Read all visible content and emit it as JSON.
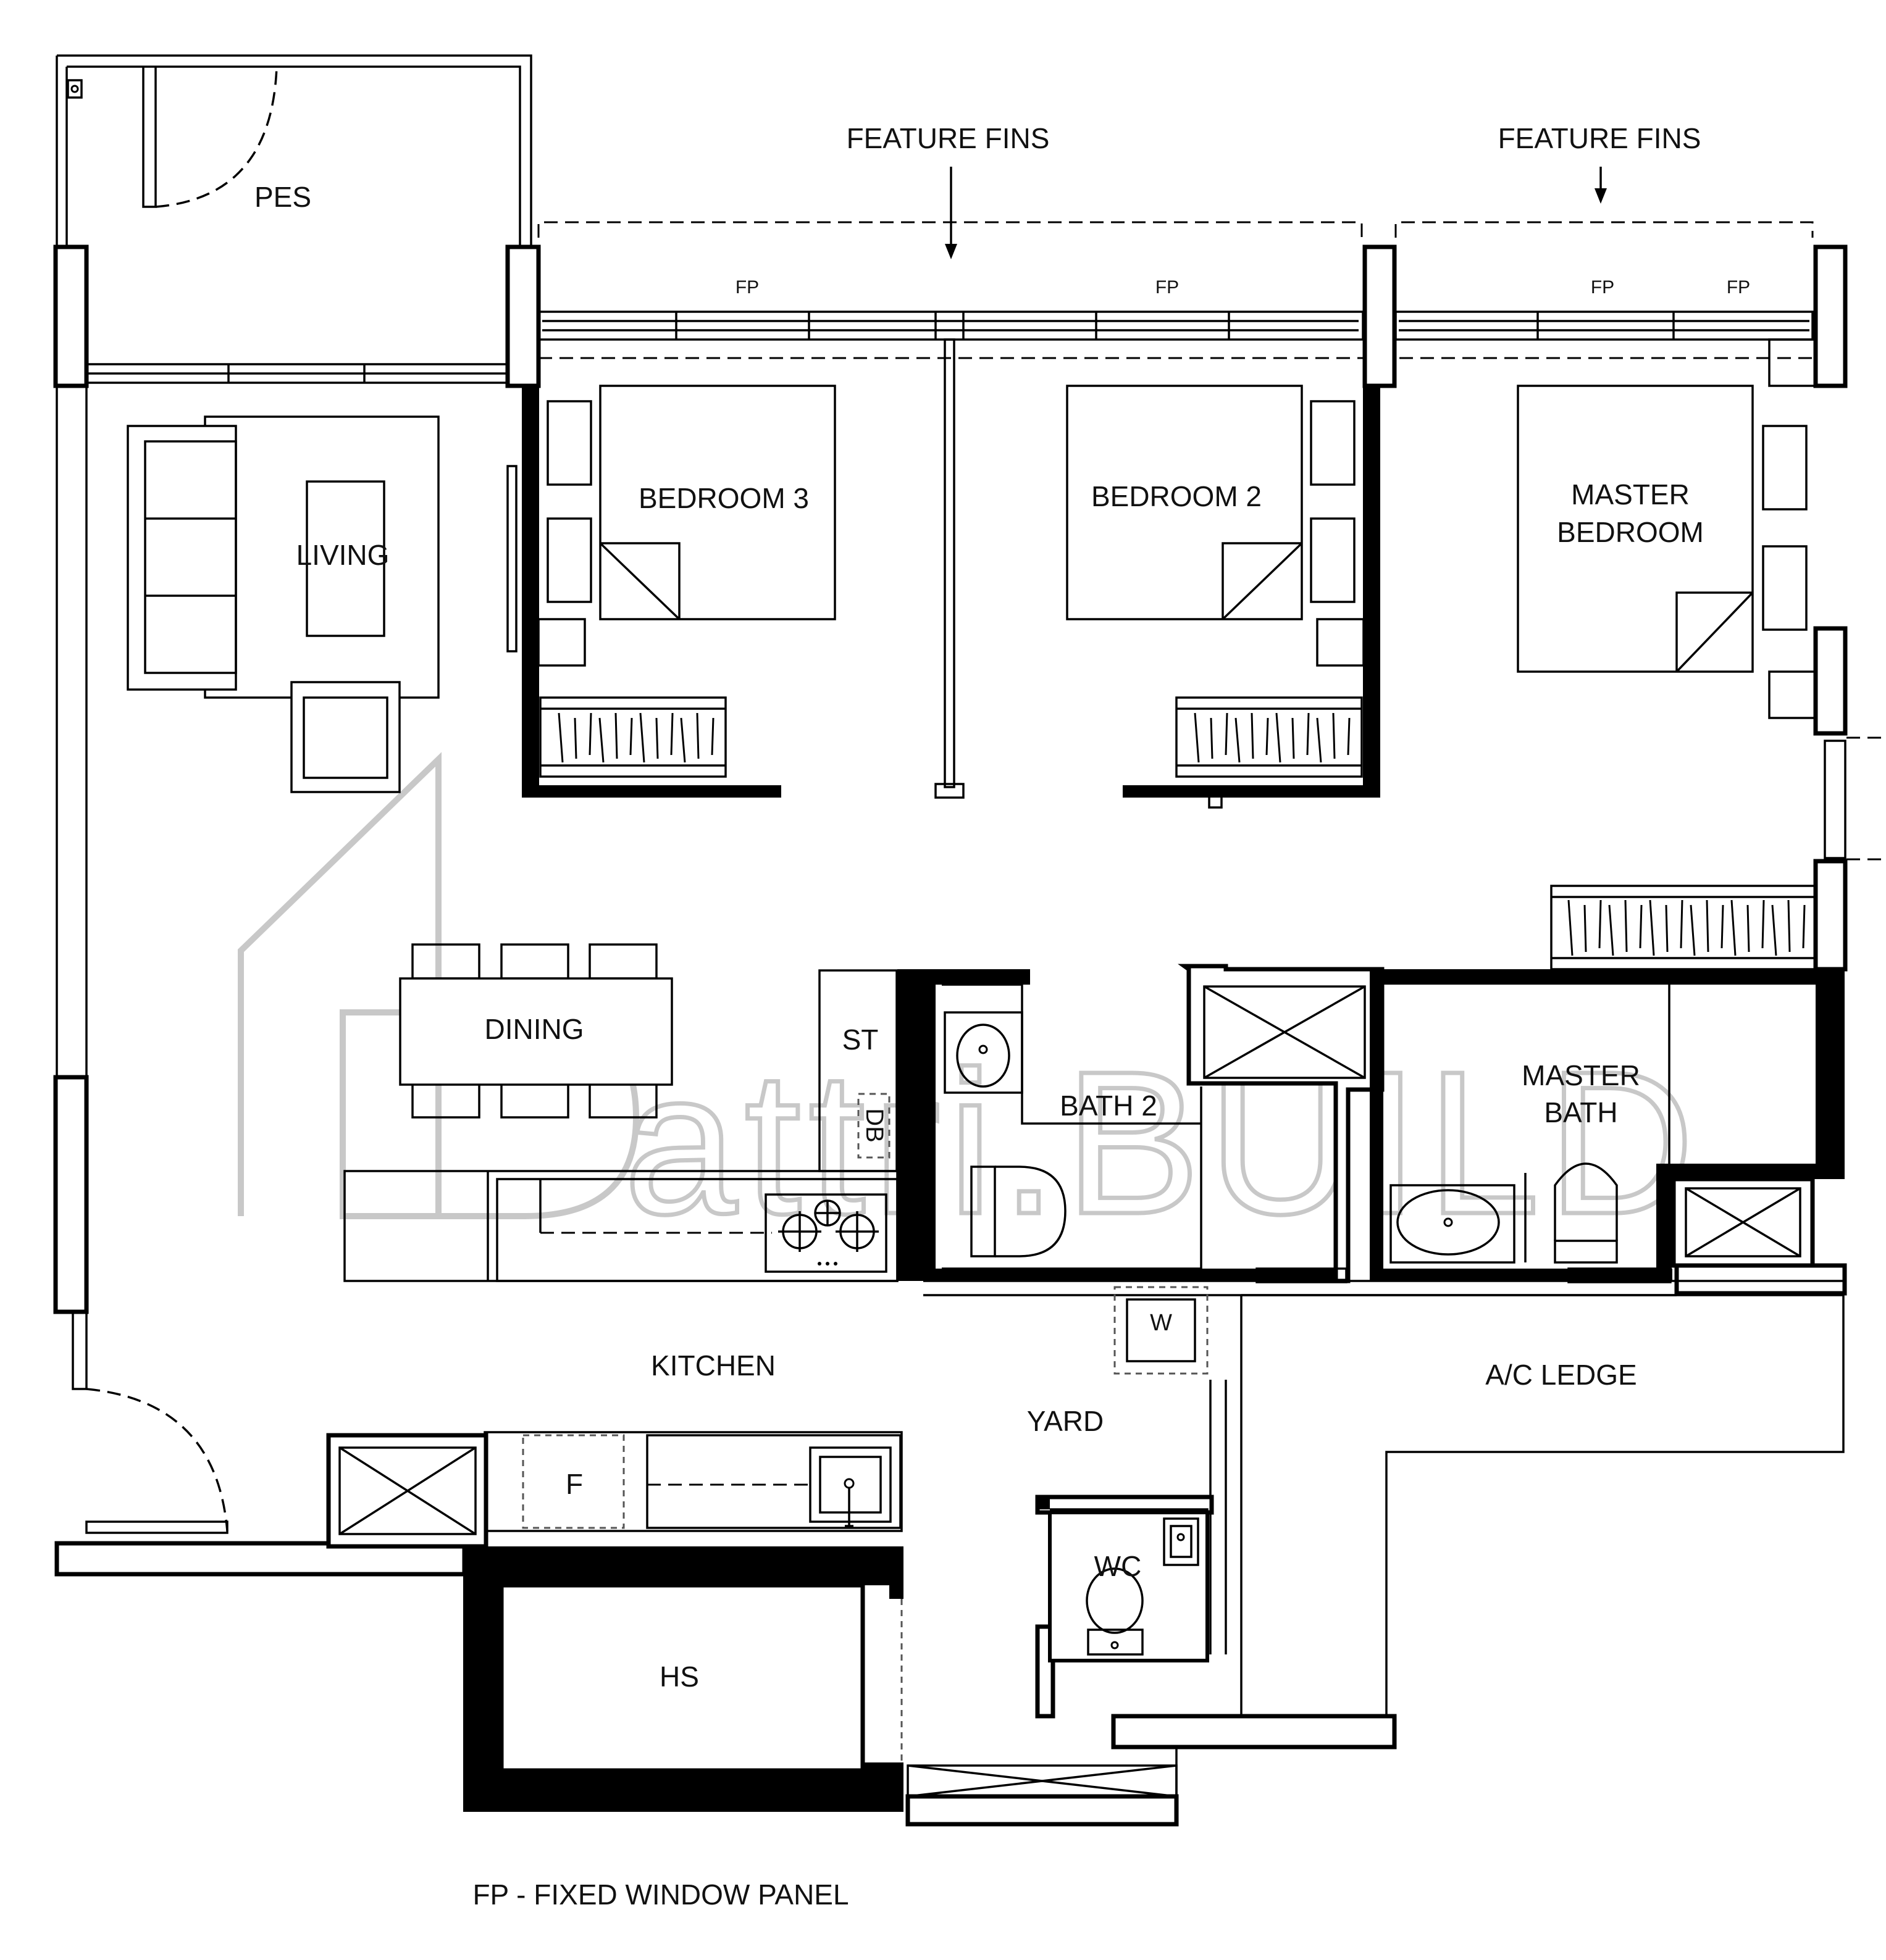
{
  "rooms": {
    "pes": "PES",
    "living": "LIVING",
    "bedroom3": "BEDROOM 3",
    "bedroom2": "BEDROOM 2",
    "master_bedroom_line1": "MASTER",
    "master_bedroom_line2": "BEDROOM",
    "dining": "DINING",
    "store": "ST",
    "db": "DB",
    "bath2": "BATH 2",
    "master_bath_line1": "MASTER",
    "master_bath_line2": "BATH",
    "kitchen": "KITCHEN",
    "yard": "YARD",
    "washer": "W",
    "ac_ledge": "A/C LEDGE",
    "fridge": "F",
    "wc": "WC",
    "hs": "HS"
  },
  "annotations": {
    "feature_fins_left": "FEATURE FINS",
    "feature_fins_right": "FEATURE FINS",
    "fp_1": "FP",
    "fp_2": "FP",
    "fp_3": "FP",
    "fp_4": "FP"
  },
  "legend": {
    "fp_note": "FP - FIXED WINDOW PANEL"
  },
  "watermark": {
    "text": "attri.BUILD",
    "color": "#c8c8c8"
  }
}
